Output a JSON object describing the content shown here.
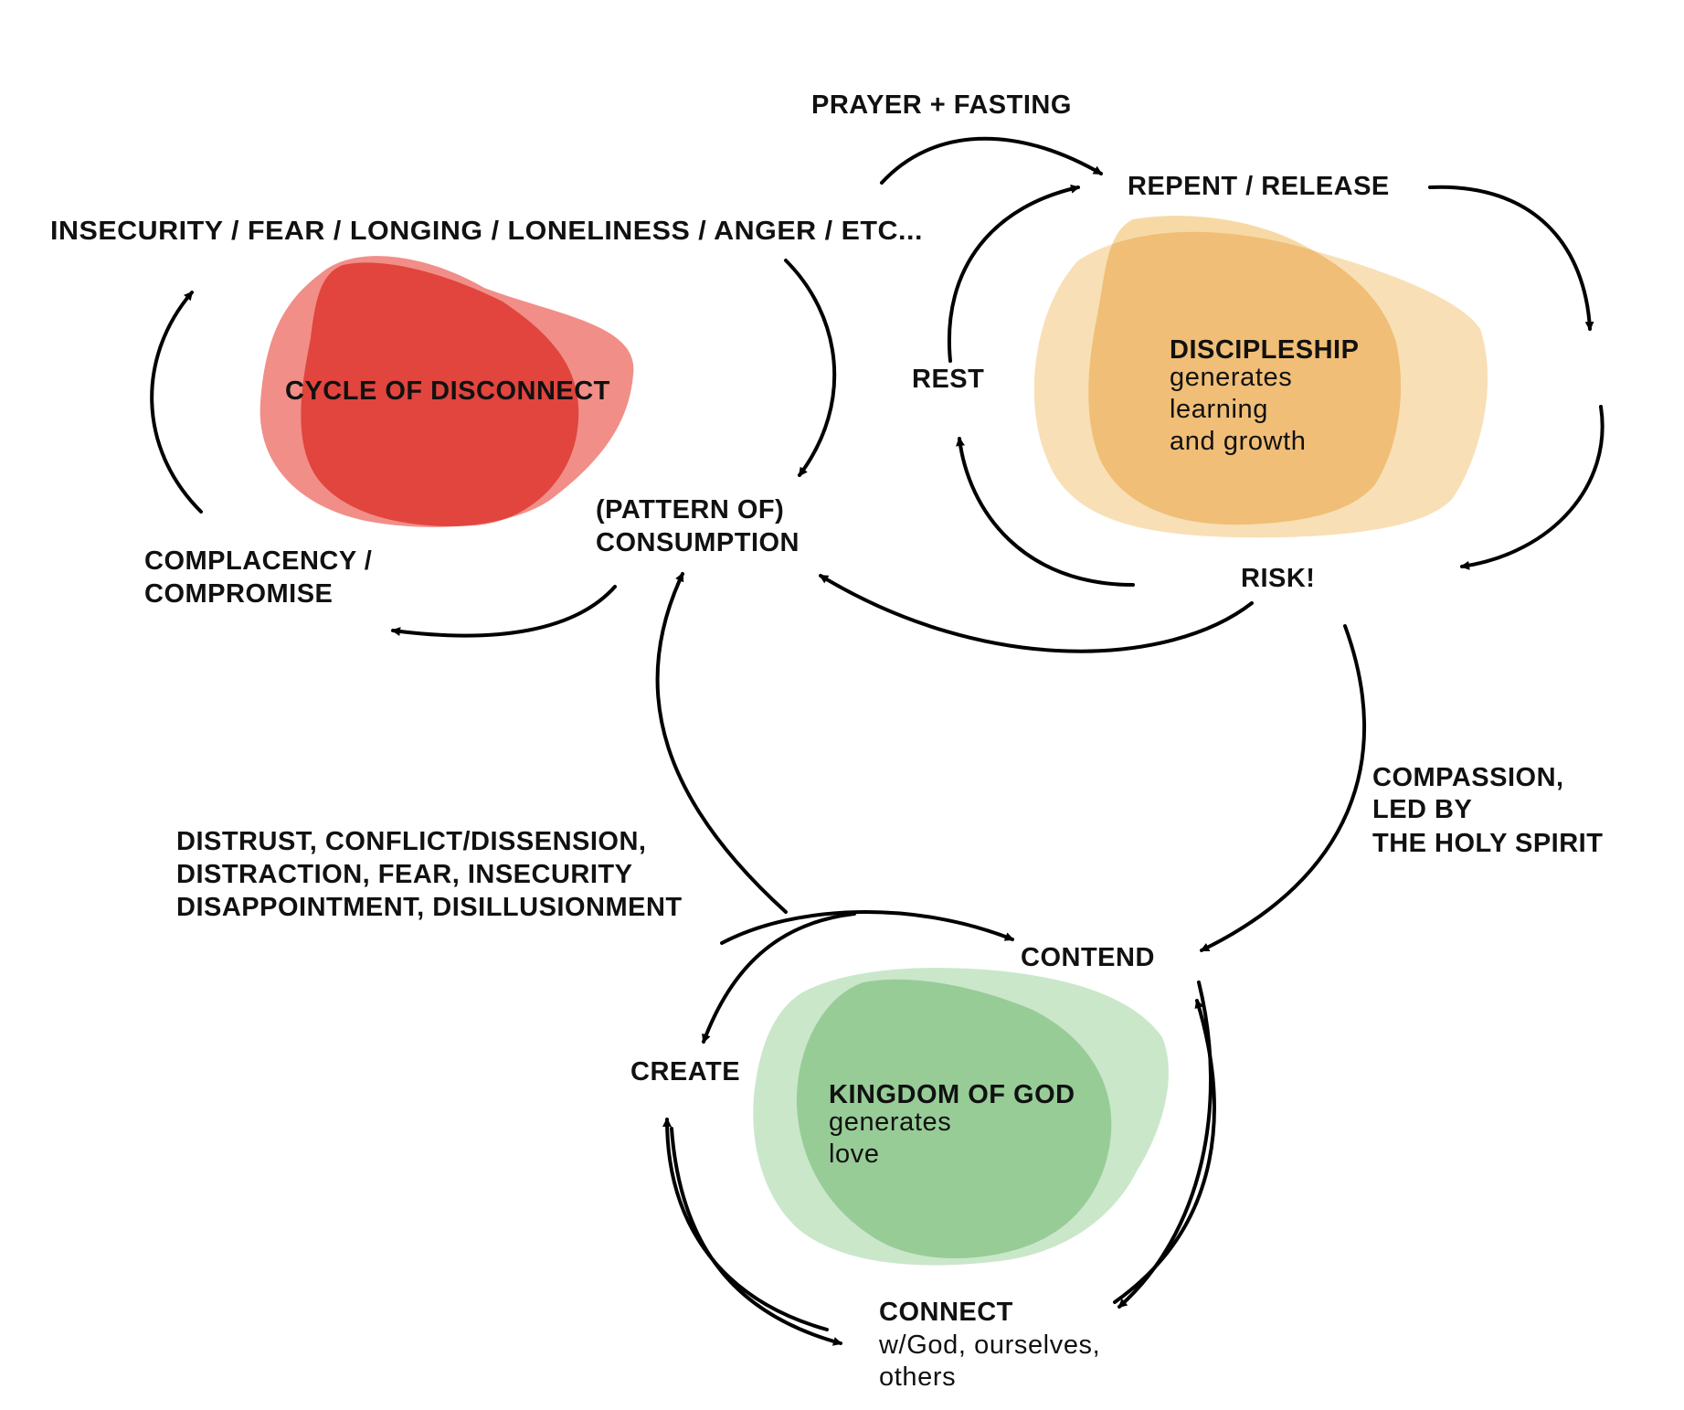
{
  "colors": {
    "disconnect": "#e8483f",
    "discipleship": "#f0b95c",
    "kingdom": "#8ac98a",
    "ink": "#111111",
    "arrow": "#000000"
  },
  "clusters": {
    "disconnect": {
      "title": "CYCLE OF DISCONNECT"
    },
    "discipleship": {
      "title": "DISCIPLESHIP",
      "line1": "generates",
      "line2": "learning",
      "line3": "and growth"
    },
    "kingdom": {
      "title": "KINGDOM OF GOD",
      "line1": "generates",
      "line2": "love"
    }
  },
  "labels": {
    "emotions": "INSECURITY / FEAR / LONGING / LONELINESS / ANGER / ETC...",
    "consumption_1": "(PATTERN OF)",
    "consumption_2": "CONSUMPTION",
    "complacency_1": "COMPLACENCY /",
    "complacency_2": "COMPROMISE",
    "prayer": "PRAYER + FASTING",
    "repent": "REPENT / RELEASE",
    "rest": "REST",
    "risk": "RISK!",
    "compassion_1": "COMPASSION,",
    "compassion_2": "LED BY",
    "compassion_3": "THE HOLY SPIRIT",
    "distrust_1": "DISTRUST, CONFLICT/DISSENSION,",
    "distrust_2": "DISTRACTION, FEAR, INSECURITY",
    "distrust_3": "DISAPPOINTMENT, DISILLUSIONMENT",
    "contend": "CONTEND",
    "create": "CREATE",
    "connect": "CONNECT",
    "connect_sub_1": "w/God, ourselves,",
    "connect_sub_2": "others"
  }
}
